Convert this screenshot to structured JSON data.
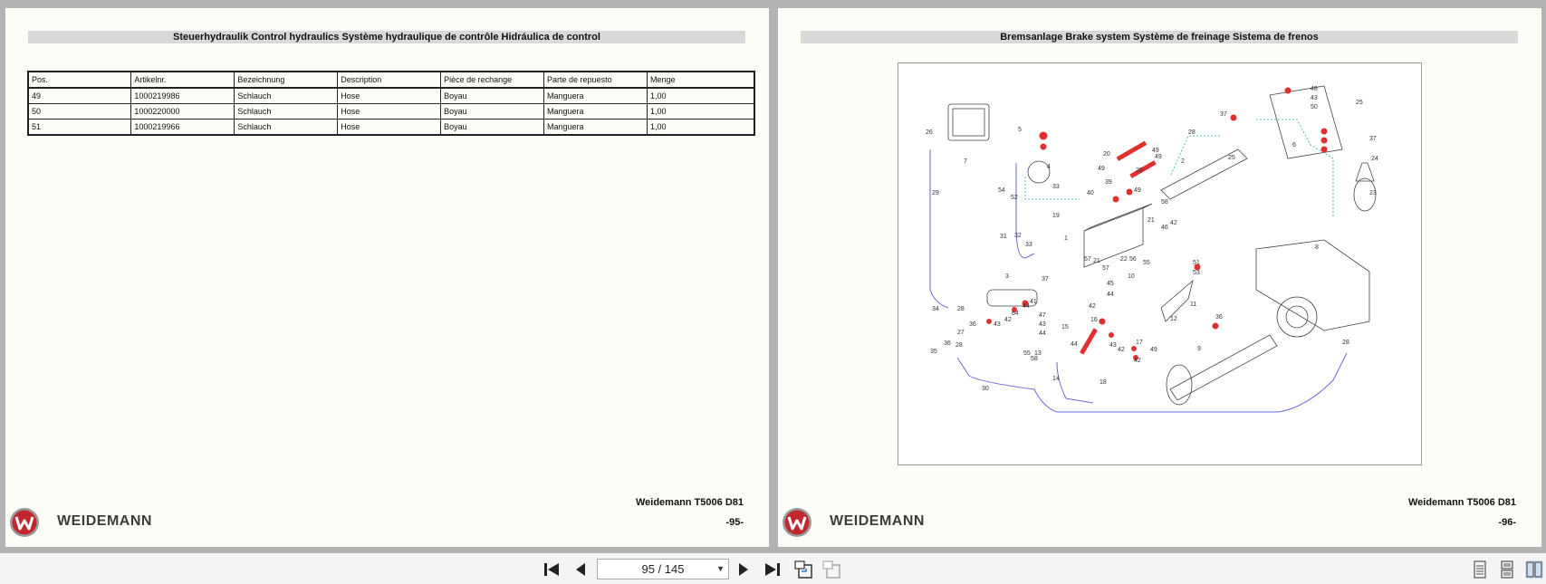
{
  "left_page": {
    "header": "Steuerhydraulik Control hydraulics Système hydraulique de contrôle Hidráulica de control",
    "table": {
      "columns": [
        "Pos.",
        "Artikelnr.",
        "Bezeichnung",
        "Description",
        "Pièce de rechange",
        "Parte de repuesto",
        "Menge"
      ],
      "rows": [
        [
          "49",
          "1000219986",
          "Schlauch",
          "Hose",
          "Boyau",
          "Manguera",
          "1,00"
        ],
        [
          "50",
          "1000220000",
          "Schlauch",
          "Hose",
          "Boyau",
          "Manguera",
          "1,00"
        ],
        [
          "51",
          "1000219966",
          "Schlauch",
          "Hose",
          "Boyau",
          "Manguera",
          "1,00"
        ]
      ]
    },
    "model": "Weidemann T5006 D81",
    "page_number": "-95-",
    "brand": "WEIDEMANN"
  },
  "right_page": {
    "header": "Bremsanlage Brake system Système de freinage Sistema de frenos",
    "model": "Weidemann T5006 D81",
    "page_number": "-96-",
    "brand": "WEIDEMANN",
    "diagram_labels": [
      "1",
      "2",
      "3",
      "4",
      "5",
      "6",
      "7",
      "8",
      "9",
      "10",
      "11",
      "12",
      "13",
      "14",
      "15",
      "16",
      "17",
      "18",
      "19",
      "20",
      "21",
      "22",
      "23",
      "24",
      "25",
      "26",
      "27",
      "28",
      "29",
      "30",
      "31",
      "32",
      "33",
      "34",
      "35",
      "36",
      "37",
      "38",
      "39",
      "40",
      "41",
      "42",
      "43",
      "44",
      "45",
      "46",
      "47",
      "48",
      "49",
      "50",
      "51",
      "52",
      "53",
      "54",
      "55",
      "56",
      "57",
      "58"
    ]
  },
  "toolbar": {
    "page_indicator": "95 / 145"
  },
  "colors": {
    "viewer_background": "#b3b3b3",
    "page_background": "#fdfdf8",
    "header_bar": "#d9d9d9",
    "brand_red": "#c0282d",
    "diagram_parts_red": "#e03030",
    "diagram_lines_blue": "#6a6ad8"
  }
}
